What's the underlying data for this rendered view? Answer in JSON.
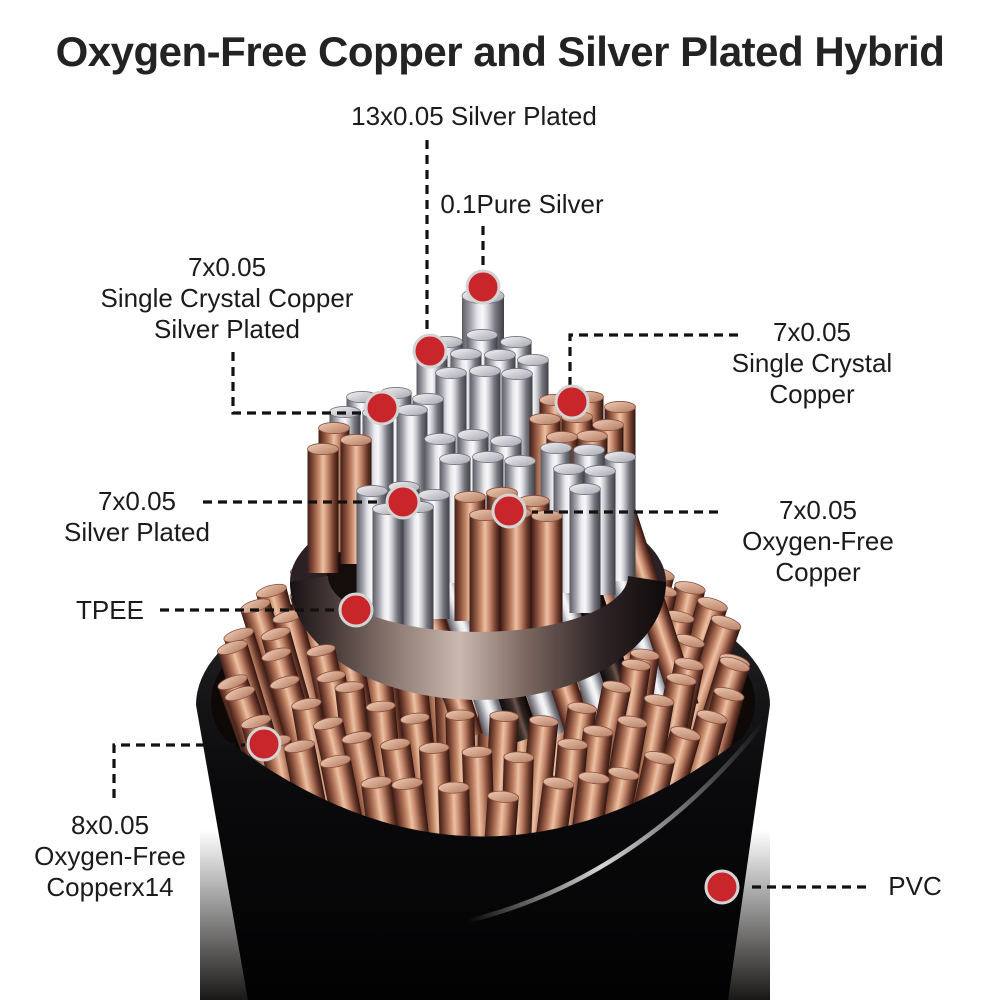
{
  "title": "Oxygen-Free Copper and Silver Plated Hybrid",
  "annotations": {
    "silver_13": {
      "text": "13x0.05 Silver Plated"
    },
    "pure_silver": {
      "text": "0.1Pure Silver"
    },
    "scc_silver_plated": {
      "text": "7x0.05\nSingle Crystal Copper\nSilver Plated"
    },
    "scc": {
      "text": "7x0.05\nSingle Crystal Copper"
    },
    "silver_plated_7": {
      "text": "7x0.05\nSilver Plated"
    },
    "ofc_7": {
      "text": "7x0.05\nOxygen-Free Copper"
    },
    "tpee": {
      "text": "TPEE"
    },
    "ofc_8x14": {
      "text": "8x0.05\nOxygen-Free\nCopperx14"
    },
    "pvc": {
      "text": "PVC"
    }
  },
  "colors": {
    "background": "#ffffff",
    "title_text": "#232323",
    "label_text": "#1b1b1b",
    "leader_line": "#111111",
    "marker": "#c8262b",
    "marker_ring": "#d4d4d4",
    "copper": "#b9836d",
    "silver": "#d7d7dc",
    "jacket_pvc": "#0a0a0b"
  }
}
